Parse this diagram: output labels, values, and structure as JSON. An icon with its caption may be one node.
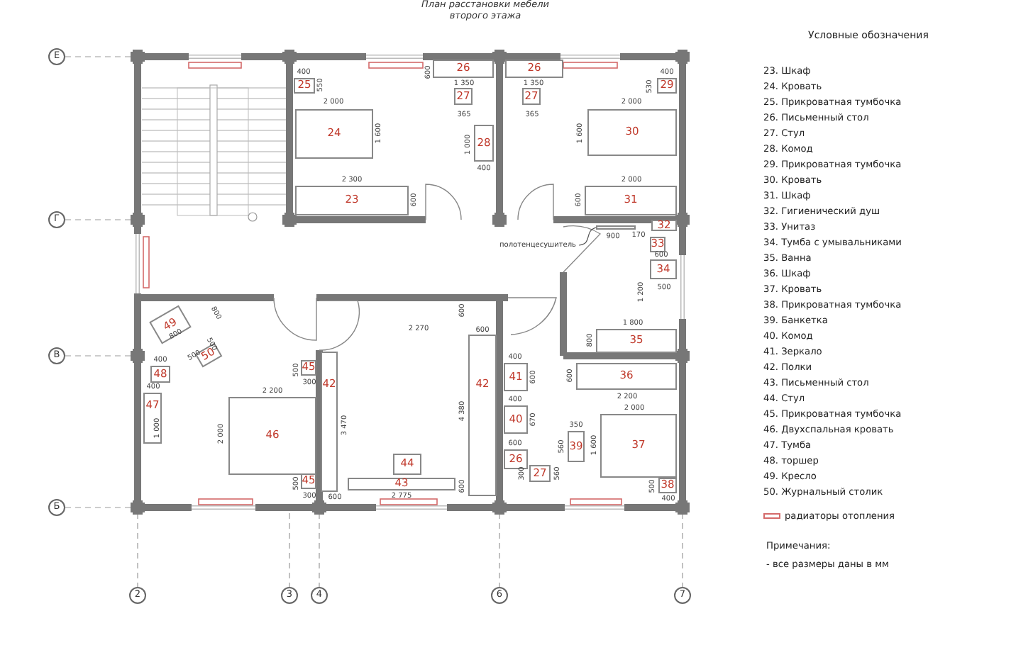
{
  "diagram": {
    "title": "План расстановки мебели второго этажа",
    "nodes": [
      {
        "text": [
          "23"
        ]
      },
      {
        "text": [
          "24"
        ]
      },
      {
        "text": [
          "25"
        ]
      },
      {
        "text": [
          "26"
        ]
      },
      {
        "text": [
          "27"
        ]
      },
      {
        "text": [
          "28"
        ]
      },
      {
        "text": [
          "26"
        ]
      },
      {
        "text": [
          "27"
        ]
      },
      {
        "text": [
          "29"
        ]
      },
      {
        "text": [
          "30"
        ]
      },
      {
        "text": [
          "31"
        ]
      },
      {
        "text": [
          "32"
        ]
      },
      {
        "text": [
          "33"
        ]
      },
      {
        "text": [
          "34"
        ]
      },
      {
        "text": [
          "35"
        ]
      },
      {
        "text": [
          "36"
        ]
      },
      {
        "text": [
          "37"
        ]
      },
      {
        "text": [
          "38"
        ]
      },
      {
        "text": [
          "39"
        ]
      },
      {
        "text": [
          "40"
        ]
      },
      {
        "text": [
          "41"
        ]
      },
      {
        "text": [
          "42"
        ]
      },
      {
        "text": [
          "42"
        ]
      },
      {
        "text": [
          "26"
        ]
      },
      {
        "text": [
          "27"
        ]
      },
      {
        "text": [
          "43"
        ]
      },
      {
        "text": [
          "44"
        ]
      },
      {
        "text": [
          "45"
        ]
      },
      {
        "text": [
          "45"
        ]
      },
      {
        "text": [
          "46"
        ]
      },
      {
        "text": [
          "47"
        ]
      },
      {
        "text": [
          "48"
        ]
      },
      {
        "text": [
          "49"
        ]
      },
      {
        "text": [
          "50"
        ]
      },
      {
        "text": [
          "полотенцесушитель"
        ]
      },
      {
        "text": [],
        "shape": "bar"
      },
      {
        "text": [
          "Е"
        ]
      },
      {
        "text": [
          "Г"
        ]
      },
      {
        "text": [
          "В"
        ]
      },
      {
        "text": [
          "Б"
        ]
      },
      {
        "text": [
          "2"
        ]
      },
      {
        "text": [
          "3"
        ]
      },
      {
        "text": [
          "4"
        ]
      },
      {
        "text": [
          "6"
        ]
      },
      {
        "text": [
          "7"
        ]
      }
    ],
    "edges": [
      {
        "from": 34,
        "to": 35,
        "arrow": "none"
      }
    ],
    "labels": [
      "Условные обозначения",
      "400",
      "550",
      "2 000",
      "1 600",
      "2 300",
      "600",
      "600",
      "1 350",
      "365",
      "1 000",
      "400",
      "1 350",
      "365",
      "530",
      "400",
      "2 000",
      "1 600",
      "2 000",
      "600",
      "900",
      "170",
      "600",
      "1 200",
      "500",
      "1 800",
      "800",
      "600",
      "2 200",
      "2 000",
      "1 600",
      "350",
      "560",
      "400",
      "600",
      "400",
      "670",
      "600",
      "300",
      "560",
      "500",
      "400",
      "600",
      "600",
      "4 380",
      "600",
      "800",
      "800",
      "500",
      "500",
      "400",
      "400",
      "1 000",
      "2 200",
      "2 000",
      "500",
      "300",
      "500",
      "300",
      "2 270",
      "3 470",
      "600",
      "2 775",
      "Примечания:",
      "- все размеры даны в мм"
    ],
    "legend": [
      {
        "text": "23. Шкаф"
      },
      {
        "text": "24. Кровать"
      },
      {
        "text": "25. Прикроватная тумбочка"
      },
      {
        "text": "26. Письменный стол"
      },
      {
        "text": "27. Стул"
      },
      {
        "text": "28. Комод"
      },
      {
        "text": "29. Прикроватная тумбочка"
      },
      {
        "text": "30. Кровать"
      },
      {
        "text": "31. Шкаф"
      },
      {
        "text": "32. Гигиенический душ"
      },
      {
        "text": "33. Унитаз"
      },
      {
        "text": "34. Тумба с умывальниками"
      },
      {
        "text": "35. Ванна"
      },
      {
        "text": "36. Шкаф"
      },
      {
        "text": "37. Кровать"
      },
      {
        "text": "38. Прикроватная тумбочка"
      },
      {
        "text": "39. Банкетка"
      },
      {
        "text": "40. Комод"
      },
      {
        "text": "41. Зеркало"
      },
      {
        "text": "42. Полки"
      },
      {
        "text": "43. Письменный стол"
      },
      {
        "text": "44. Стул"
      },
      {
        "text": "45. Прикроватная тумбочка"
      },
      {
        "text": "46. Двухспальная кровать"
      },
      {
        "text": "47. Тумба"
      },
      {
        "text": "48. торшер"
      },
      {
        "text": "49. Кресло"
      },
      {
        "text": "50. Журнальный столик"
      },
      {
        "text": "радиаторы отопления"
      }
    ]
  }
}
